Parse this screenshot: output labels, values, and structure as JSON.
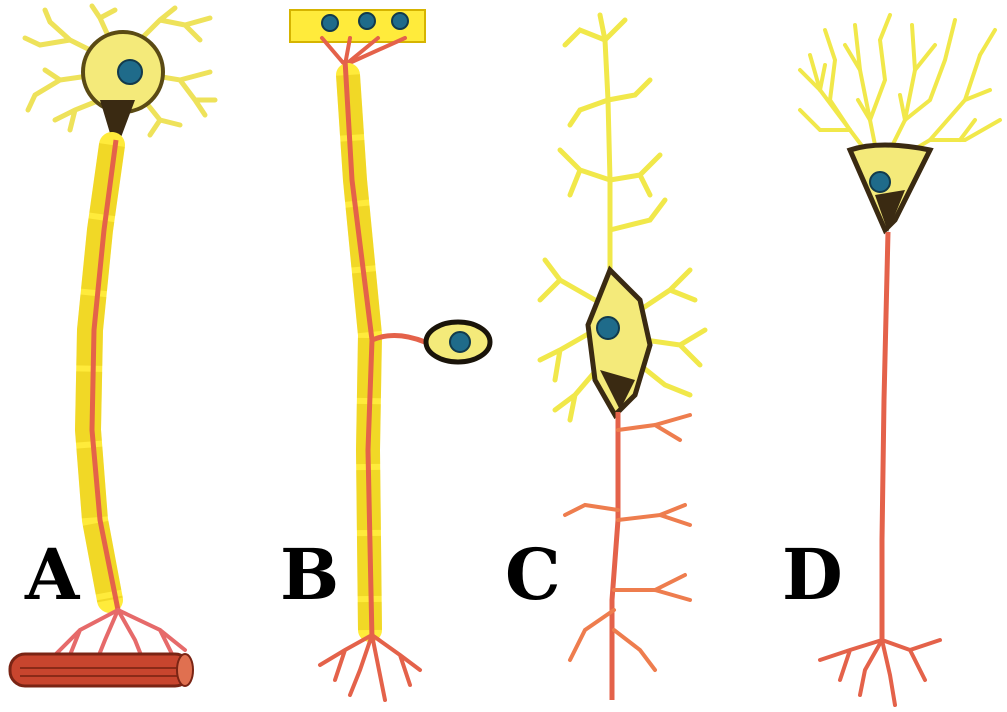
{
  "labels": {
    "a": "A",
    "b": "B",
    "c": "C",
    "d": "D"
  },
  "colors": {
    "myelin": "#ffeb3b",
    "dendrite_yellow": "#f1e84a",
    "axon": "#e4624a",
    "soma": "#f4ea7a",
    "nucleus": "#1f6b8a",
    "muscle": "#c8452e",
    "outline_dark": "#3a2a12"
  }
}
